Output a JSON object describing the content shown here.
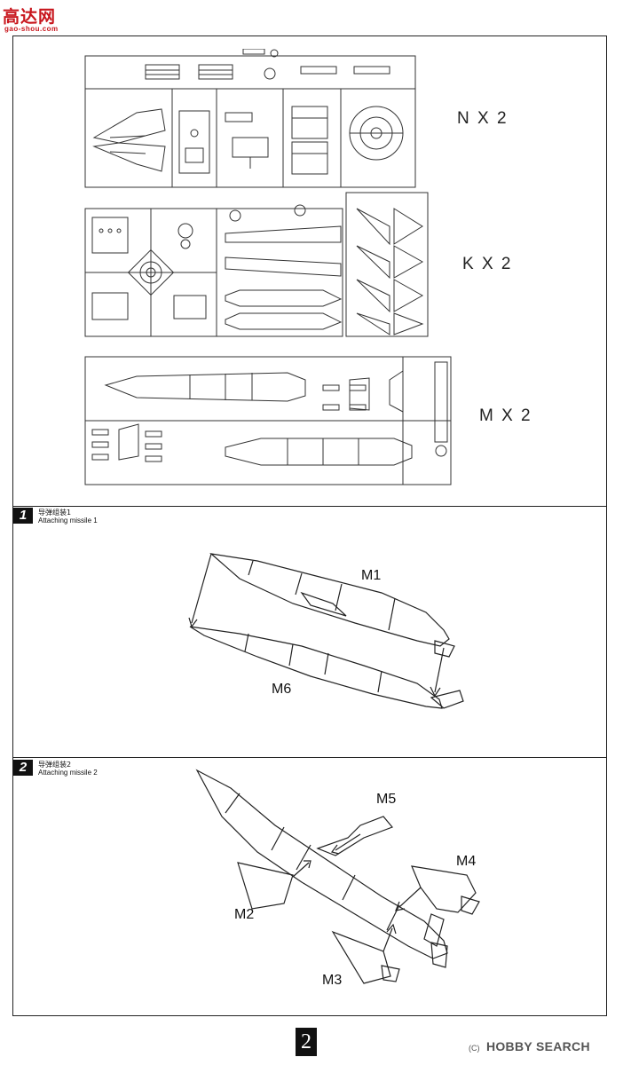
{
  "logo": {
    "name": "高达网",
    "url_text": "gao-shou.com"
  },
  "sprues": [
    {
      "label": "N X 2"
    },
    {
      "label": "K X 2"
    },
    {
      "label": "M X 2"
    }
  ],
  "steps": [
    {
      "number": "1",
      "title_cn": "导弹组装1",
      "title_en": "Attaching missile 1",
      "parts": [
        "M1",
        "M6"
      ]
    },
    {
      "number": "2",
      "title_cn": "导弹组装2",
      "title_en": "Attaching missile 2",
      "parts": [
        "M5",
        "M4",
        "M2",
        "M3"
      ]
    }
  ],
  "page_number": "2",
  "watermark": {
    "copyright": "(C)",
    "brand": "HOBBY SEARCH"
  }
}
